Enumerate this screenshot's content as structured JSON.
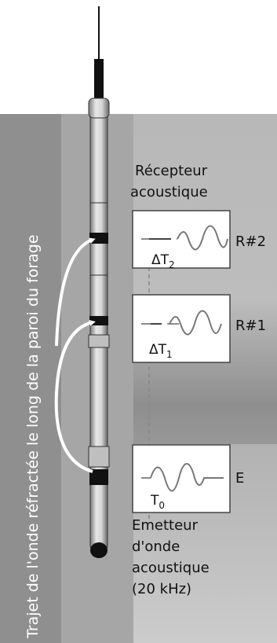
{
  "side_label": "Trajet de l'onde réfractée le long de la paroi du forage",
  "receiver_label": {
    "line1": "Récepteur",
    "line2": "acoustique"
  },
  "emitter_label": {
    "line1": "Emetteur",
    "line2": "d'onde",
    "line3": "acoustique",
    "line4": "(20 kHz)"
  },
  "panels": [
    {
      "id": "R2",
      "tag": "R#2",
      "time_main": "ΔT",
      "time_sub": "2"
    },
    {
      "id": "R1",
      "tag": "R#1",
      "time_main": "ΔT",
      "time_sub": "1"
    },
    {
      "id": "E",
      "tag": "E",
      "time_main": "T",
      "time_sub": "0"
    }
  ],
  "colors": {
    "wall_band": "#8f8f8f",
    "formation": "#bdbdbd",
    "tool_body": "#cfcfcf",
    "tool_dark": "#111111",
    "arrow": "#ffffff",
    "waveform": "#777777",
    "panel_border": "#444444"
  }
}
